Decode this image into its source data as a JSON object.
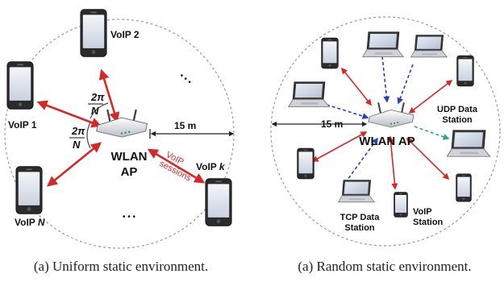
{
  "panel_left": {
    "stations": {
      "voip2": "VoIP 2",
      "voip1": "VoIP 1",
      "voipk_prefix": "VoIP ",
      "voipk_sym": "k",
      "voipn_prefix": "VoIP ",
      "voipn_sym": "N"
    },
    "angle": {
      "numerator": "2π",
      "denominator": "N"
    },
    "distance": "15 m",
    "ap_line1": "WLAN",
    "ap_line2": "AP",
    "sessions_line1": "VoIP",
    "sessions_line2": "sessions",
    "dots": "• • •",
    "caption": "(a) Uniform static environment."
  },
  "panel_right": {
    "distance": "15 m",
    "ap": "WLAN AP",
    "udp_line1": "UDP Data",
    "udp_line2": "Station",
    "tcp_line1": "TCP Data",
    "tcp_line2": "Station",
    "voip_line1": "VoIP",
    "voip_line2": "Station",
    "caption": "(a) Random static environment."
  },
  "colors": {
    "voip_link": "#d62828",
    "tcp_link": "#2b3fb8",
    "udp_link": "#2fa88a",
    "circle": "#9a9a9a",
    "sessions_text": "#d62828"
  }
}
